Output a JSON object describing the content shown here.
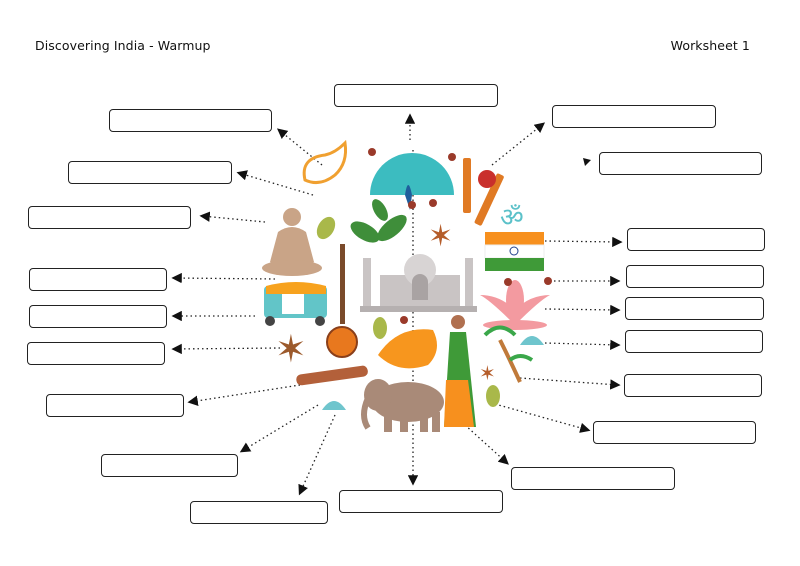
{
  "header": {
    "title": "Discovering India - Warmup",
    "worksheet": "Worksheet 1"
  },
  "illustration": {
    "items": [
      "paisley",
      "peacock",
      "cricket-bat",
      "cricket-ball",
      "om-symbol",
      "buddha",
      "cardamom",
      "tea-leaves",
      "star-anise",
      "indian-flag",
      "taj-mahal",
      "auto-rickshaw",
      "sitar",
      "lotus",
      "mango",
      "woman-in-sari",
      "palm-tree",
      "shell",
      "cinnamon",
      "elephant",
      "clove"
    ]
  },
  "colors": {
    "saffron": "#f7901e",
    "green": "#3f9a38",
    "teal": "#3fb7b7"
  },
  "answer_fields": [
    {
      "id": "top",
      "value": ""
    },
    {
      "id": "paisley",
      "value": ""
    },
    {
      "id": "cricket",
      "value": ""
    },
    {
      "id": "tea",
      "value": ""
    },
    {
      "id": "om",
      "value": ""
    },
    {
      "id": "buddha",
      "value": ""
    },
    {
      "id": "flag",
      "value": ""
    },
    {
      "id": "sitar",
      "value": ""
    },
    {
      "id": "clove",
      "value": ""
    },
    {
      "id": "rickshaw",
      "value": ""
    },
    {
      "id": "lotus",
      "value": ""
    },
    {
      "id": "anise",
      "value": ""
    },
    {
      "id": "shell",
      "value": ""
    },
    {
      "id": "palm",
      "value": ""
    },
    {
      "id": "cinnamon",
      "value": ""
    },
    {
      "id": "cardamom",
      "value": ""
    },
    {
      "id": "shell2",
      "value": ""
    },
    {
      "id": "sari",
      "value": ""
    },
    {
      "id": "taj",
      "value": ""
    },
    {
      "id": "elephant",
      "value": ""
    }
  ]
}
